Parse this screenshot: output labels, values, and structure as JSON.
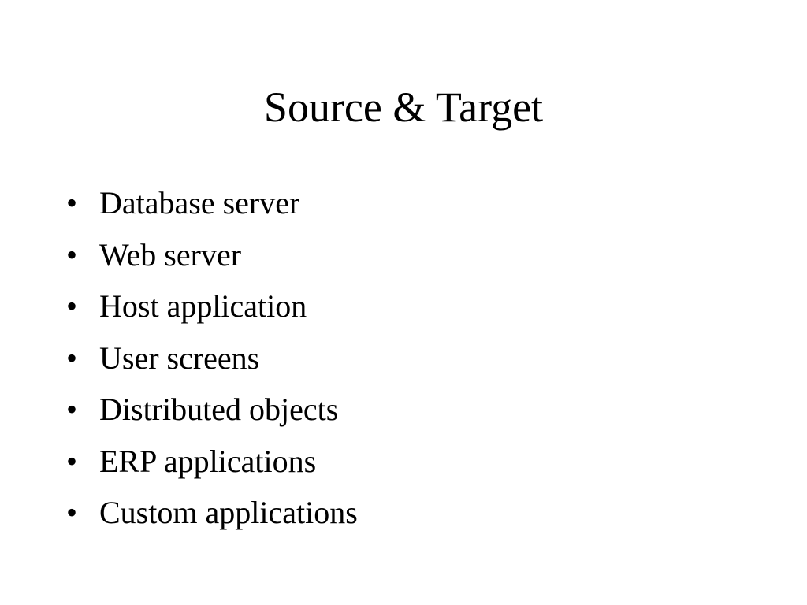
{
  "slide": {
    "title": "Source & Target",
    "bullet_glyph": "•",
    "bullets": [
      "Database server",
      "Web server",
      "Host application",
      "User screens",
      "Distributed objects",
      "ERP applications",
      "Custom applications"
    ]
  }
}
